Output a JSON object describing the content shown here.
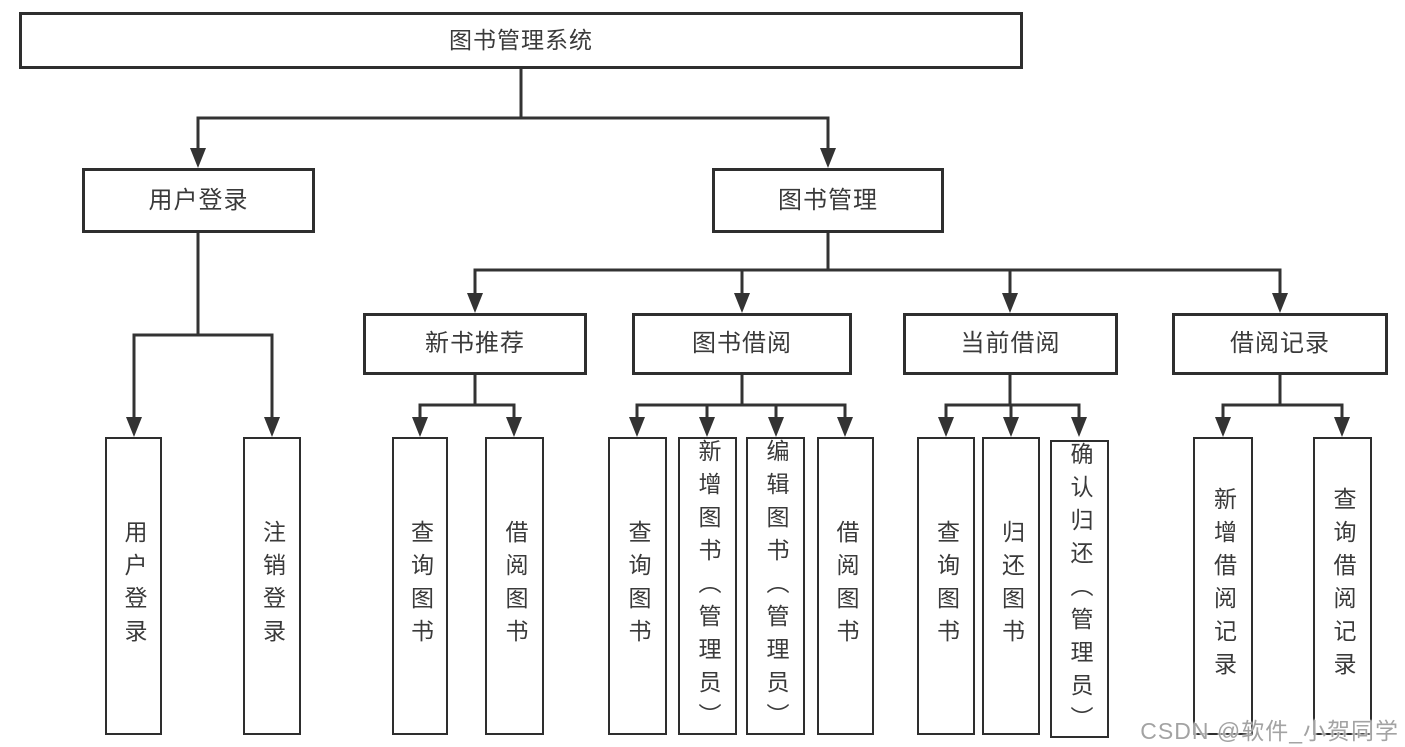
{
  "diagram": {
    "root": "图书管理系统",
    "branches": [
      {
        "label": "用户登录",
        "children": [
          "用户登录",
          "注销登录"
        ]
      },
      {
        "label": "图书管理",
        "groups": [
          {
            "label": "新书推荐",
            "children": [
              "查询图书",
              "借阅图书"
            ]
          },
          {
            "label": "图书借阅",
            "children": [
              "查询图书",
              "新增图书（管理员）",
              "编辑图书（管理员）",
              "借阅图书"
            ]
          },
          {
            "label": "当前借阅",
            "children": [
              "查询图书",
              "归还图书",
              "确认归还（管理员）"
            ]
          },
          {
            "label": "借阅记录",
            "children": [
              "新增借阅记录",
              "查询借阅记录"
            ]
          }
        ]
      }
    ]
  },
  "watermark": "CSDN @软件_小贺同学",
  "colors": {
    "line": "#333333",
    "border": "#2e2e2e",
    "text": "#3a3a3a",
    "watermark": "#a3a3a3",
    "background": "#ffffff"
  }
}
